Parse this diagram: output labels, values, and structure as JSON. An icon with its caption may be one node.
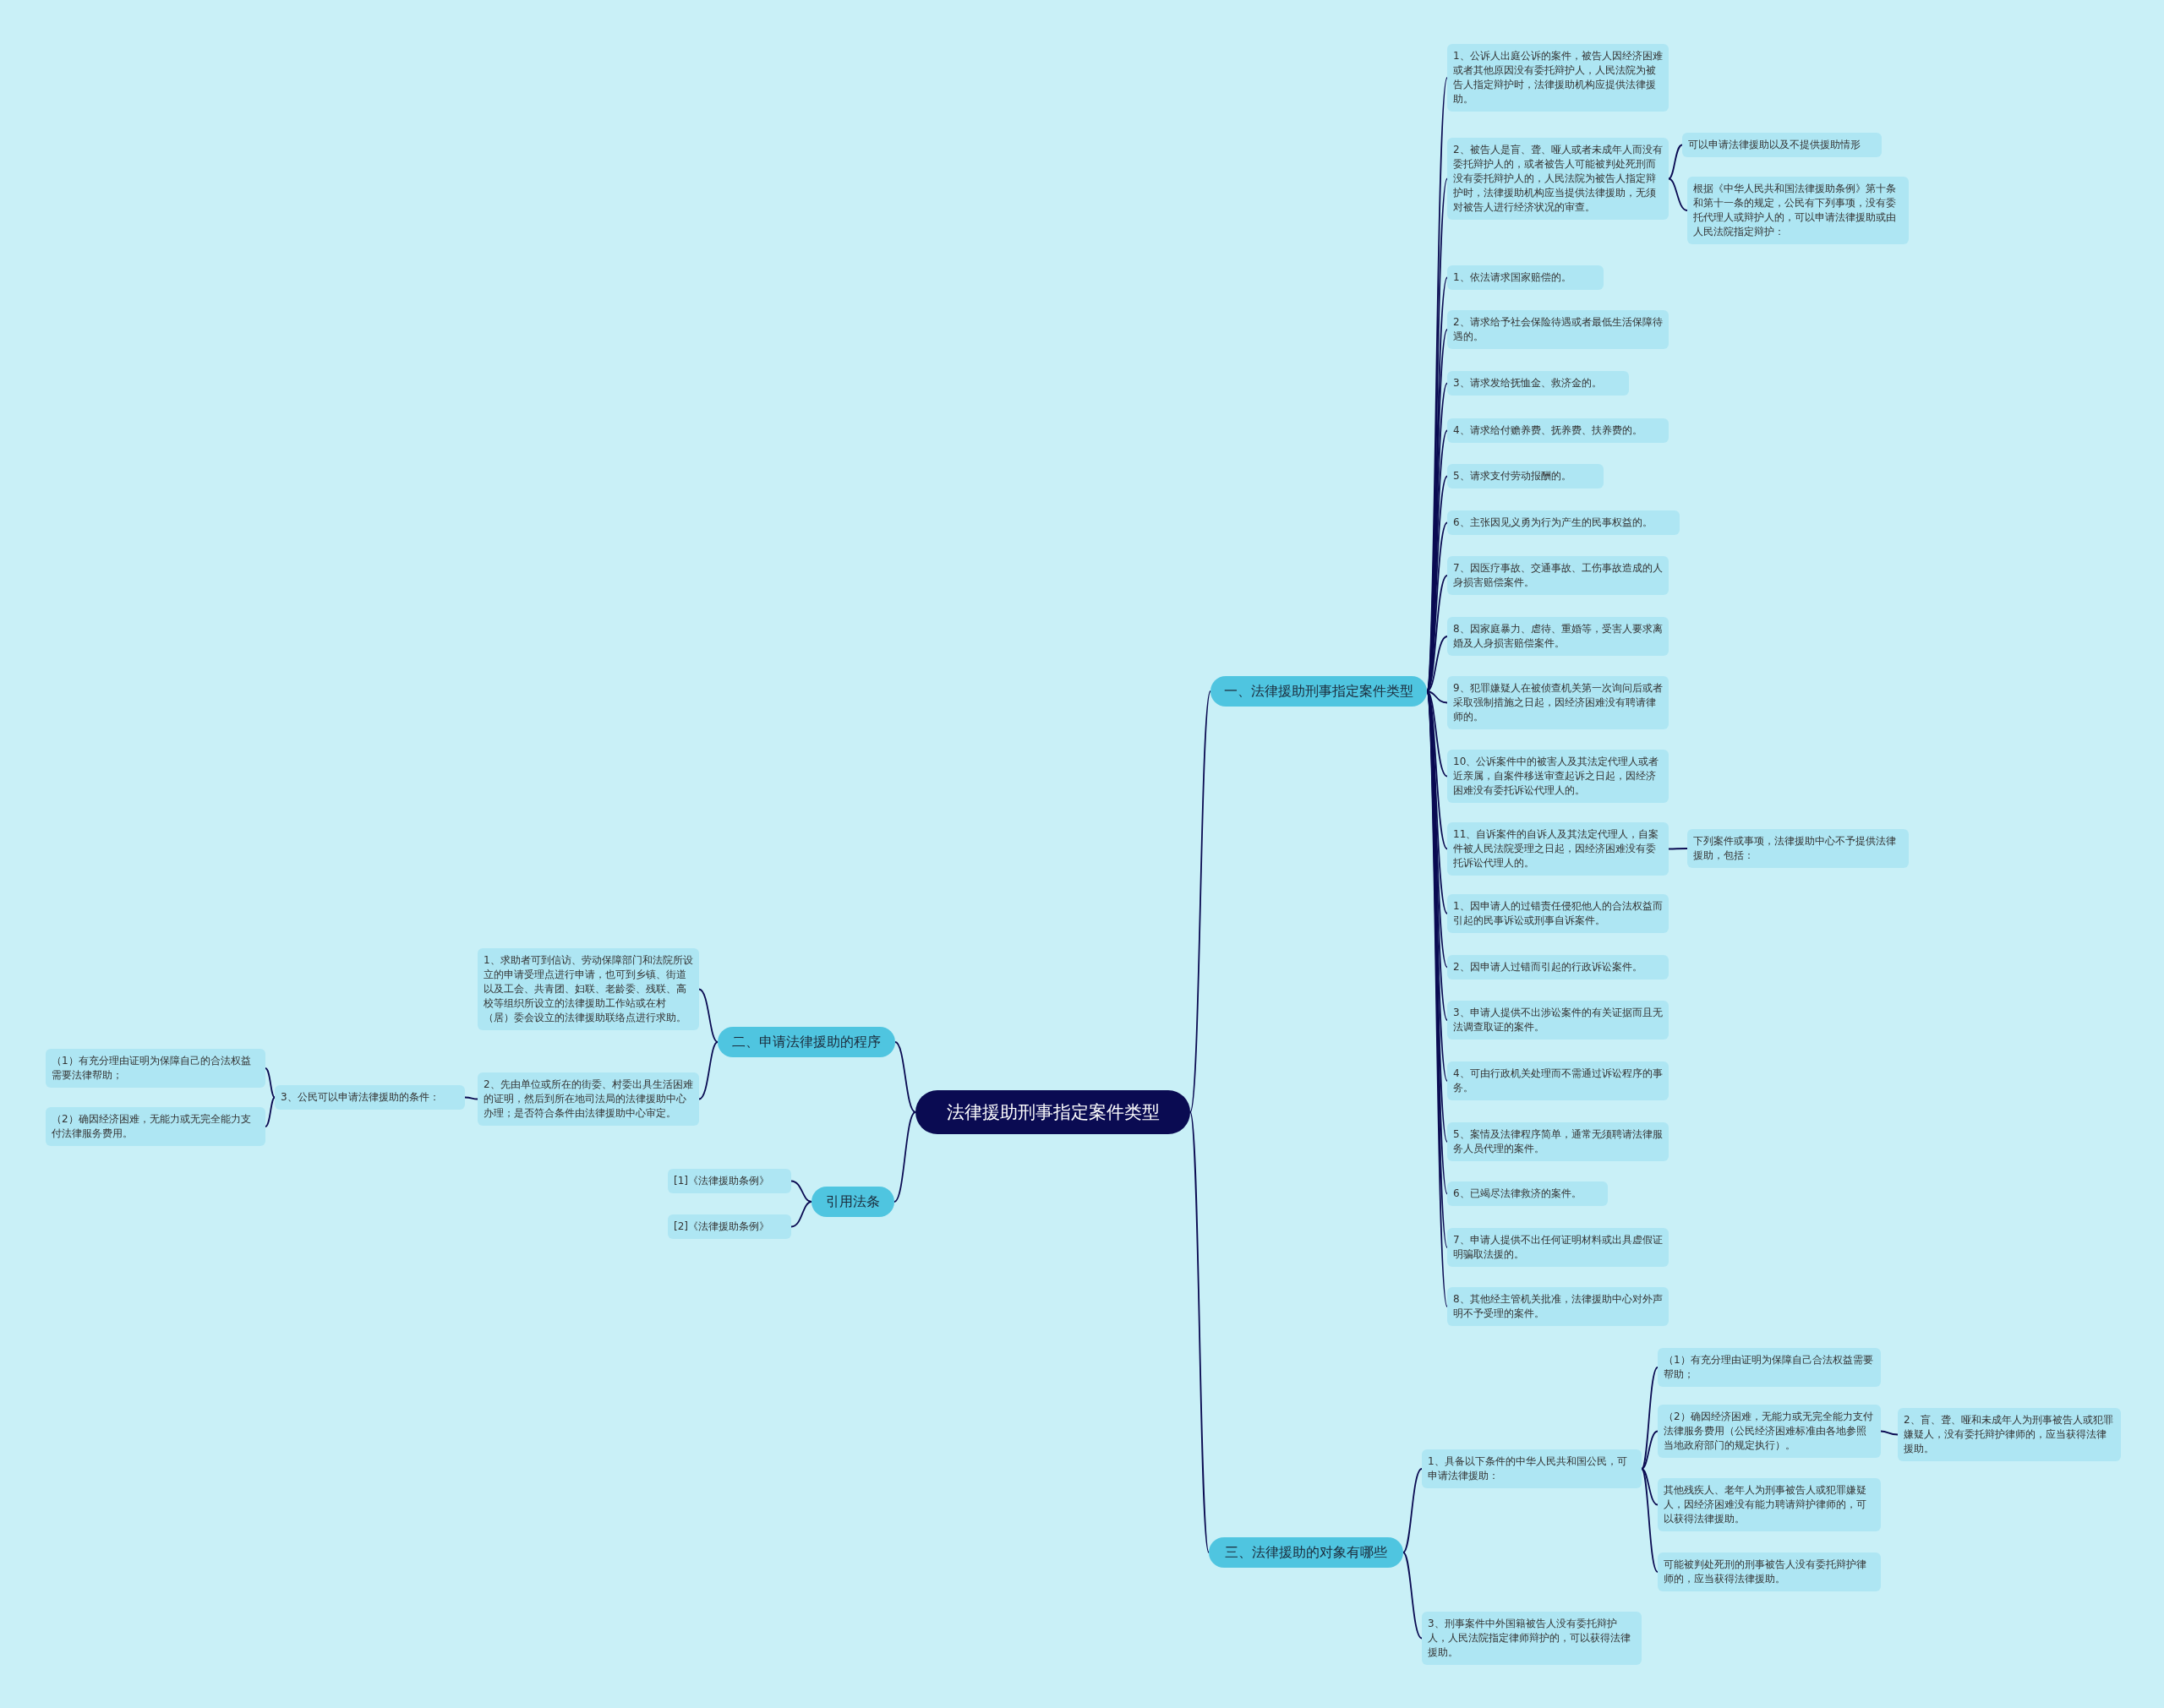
{
  "diagram": {
    "nodes": [
      {
        "text": [
          "法律援助刑事指定案件类型"
        ]
      },
      {
        "text": [
          "一、法律援助刑事指定案件类型"
        ]
      },
      {
        "text": [
          "1、公诉人出庭公诉的案件，被告人因经济困难或者其他原因没有委托辩护人，人民法院为被告人指定辩护时，法律援助机构应提供法律援助。"
        ]
      },
      {
        "text": [
          "2、被告人是盲、聋、哑人或者未成年人而没有委托辩护人的，或者被告人可能被判处死刑而没有委托辩护人的，人民法院为被告人指定辩护时，法律援助机构应当提供法律援助，无须对被告人进行经济状况的审查。"
        ]
      },
      {
        "text": [
          "可以申请法律援助以及不提供援助情形"
        ]
      },
      {
        "text": [
          "根据《中华人民共和国法律援助条例》第十条和第十一条的规定，公民有下列事项，没有委托代理人或辩护人的，可以申请法律援助或由人民法院指定辩护："
        ]
      },
      {
        "text": [
          "1、依法请求国家赔偿的。"
        ]
      },
      {
        "text": [
          "2、请求给予社会保险待遇或者最低生活保障待遇的。"
        ]
      },
      {
        "text": [
          "3、请求发给抚恤金、救济金的。"
        ]
      },
      {
        "text": [
          "4、请求给付赡养费、抚养费、扶养费的。"
        ]
      },
      {
        "text": [
          "5、请求支付劳动报酬的。"
        ]
      },
      {
        "text": [
          "6、主张因见义勇为行为产生的民事权益的。"
        ]
      },
      {
        "text": [
          "7、因医疗事故、交通事故、工伤事故造成的人身损害赔偿案件。"
        ]
      },
      {
        "text": [
          "8、因家庭暴力、虐待、重婚等，受害人要求离婚及人身损害赔偿案件。"
        ]
      },
      {
        "text": [
          "9、犯罪嫌疑人在被侦查机关第一次询问后或者采取强制措施之日起，因经济困难没有聘请律师的。"
        ]
      },
      {
        "text": [
          "10、公诉案件中的被害人及其法定代理人或者近亲属，自案件移送审查起诉之日起，因经济困难没有委托诉讼代理人的。"
        ]
      },
      {
        "text": [
          "11、自诉案件的自诉人及其法定代理人，自案件被人民法院受理之日起，因经济困难没有委托诉讼代理人的。"
        ]
      },
      {
        "text": [
          "下列案件或事项，法律援助中心不予提供法律援助，包括："
        ]
      },
      {
        "text": [
          "1、因申请人的过错责任侵犯他人的合法权益而引起的民事诉讼或刑事自诉案件。"
        ]
      },
      {
        "text": [
          "2、因申请人过错而引起的行政诉讼案件。"
        ]
      },
      {
        "text": [
          "3、申请人提供不出涉讼案件的有关证据而且无法调查取证的案件。"
        ]
      },
      {
        "text": [
          "4、可由行政机关处理而不需通过诉讼程序的事务。"
        ]
      },
      {
        "text": [
          "5、案情及法律程序简单，通常无须聘请法律服务人员代理的案件。"
        ]
      },
      {
        "text": [
          "6、已竭尽法律救济的案件。"
        ]
      },
      {
        "text": [
          "7、申请人提供不出任何证明材料或出具虚假证明骗取法援的。"
        ]
      },
      {
        "text": [
          "8、其他经主管机关批准，法律援助中心对外声明不予受理的案件。"
        ]
      },
      {
        "text": [
          "二、申请法律援助的程序"
        ]
      },
      {
        "text": [
          "1、求助者可到信访、劳动保障部门和法院所设立的申请受理点进行申请，也可到乡镇、街道以及工会、共青团、妇联、老龄委、残联、高校等组织所设立的法律援助工作站或在村（居）委会设立的法律援助联络点进行求助。"
        ]
      },
      {
        "text": [
          "2、先由单位或所在的街委、村委出具生活困难的证明，然后到所在地司法局的法律援助中心办理；是否符合条件由法律援助中心审定。"
        ]
      },
      {
        "text": [
          "3、公民可以申请法律援助的条件："
        ]
      },
      {
        "text": [
          "（1）有充分理由证明为保障自己的合法权益需要法律帮助；"
        ]
      },
      {
        "text": [
          "（2）确因经济困难，无能力或无完全能力支付法律服务费用。"
        ]
      },
      {
        "text": [
          "引用法条"
        ]
      },
      {
        "text": [
          "[1]《法律援助条例》"
        ]
      },
      {
        "text": [
          "[2]《法律援助条例》"
        ]
      },
      {
        "text": [
          "三、法律援助的对象有哪些"
        ]
      },
      {
        "text": [
          "1、具备以下条件的中华人民共和国公民，可申请法律援助："
        ]
      },
      {
        "text": [
          "（1）有充分理由证明为保障自己合法权益需要帮助；"
        ]
      },
      {
        "text": [
          "（2）确因经济困难，无能力或无完全能力支付法律服务费用（公民经济困难标准由各地参照当地政府部门的规定执行）。"
        ]
      },
      {
        "text": [
          "2、盲、聋、哑和未成年人为刑事被告人或犯罪嫌疑人，没有委托辩护律师的，应当获得法律援助。"
        ]
      },
      {
        "text": [
          "其他残疾人、老年人为刑事被告人或犯罪嫌疑人，因经济困难没有能力聘请辩护律师的，可以获得法律援助。"
        ]
      },
      {
        "text": [
          "可能被判处死刑的刑事被告人没有委托辩护律师的，应当获得法律援助。"
        ]
      },
      {
        "text": [
          "3、刑事案件中外国籍被告人没有委托辩护人，人民法院指定律师辩护的，可以获得法律援助。"
        ]
      }
    ],
    "edges": [
      {
        "from": 0,
        "to": 1,
        "arrow": "none"
      },
      {
        "from": 1,
        "to": 2,
        "arrow": "none"
      },
      {
        "from": 1,
        "to": 3,
        "arrow": "none"
      },
      {
        "from": 3,
        "to": 4,
        "arrow": "none"
      },
      {
        "from": 3,
        "to": 5,
        "arrow": "none"
      },
      {
        "from": 1,
        "to": 6,
        "arrow": "none"
      },
      {
        "from": 1,
        "to": 7,
        "arrow": "none"
      },
      {
        "from": 1,
        "to": 8,
        "arrow": "none"
      },
      {
        "from": 1,
        "to": 9,
        "arrow": "none"
      },
      {
        "from": 1,
        "to": 10,
        "arrow": "none"
      },
      {
        "from": 1,
        "to": 11,
        "arrow": "none"
      },
      {
        "from": 1,
        "to": 12,
        "arrow": "none"
      },
      {
        "from": 1,
        "to": 13,
        "arrow": "none"
      },
      {
        "from": 1,
        "to": 14,
        "arrow": "none"
      },
      {
        "from": 1,
        "to": 15,
        "arrow": "none"
      },
      {
        "from": 1,
        "to": 16,
        "arrow": "none"
      },
      {
        "from": 16,
        "to": 17,
        "arrow": "none"
      },
      {
        "from": 1,
        "to": 18,
        "arrow": "none"
      },
      {
        "from": 1,
        "to": 19,
        "arrow": "none"
      },
      {
        "from": 1,
        "to": 20,
        "arrow": "none"
      },
      {
        "from": 1,
        "to": 21,
        "arrow": "none"
      },
      {
        "from": 1,
        "to": 22,
        "arrow": "none"
      },
      {
        "from": 1,
        "to": 23,
        "arrow": "none"
      },
      {
        "from": 1,
        "to": 24,
        "arrow": "none"
      },
      {
        "from": 1,
        "to": 25,
        "arrow": "none"
      },
      {
        "from": 0,
        "to": 26,
        "arrow": "none"
      },
      {
        "from": 26,
        "to": 27,
        "arrow": "none"
      },
      {
        "from": 26,
        "to": 28,
        "arrow": "none"
      },
      {
        "from": 28,
        "to": 29,
        "arrow": "none"
      },
      {
        "from": 29,
        "to": 30,
        "arrow": "none"
      },
      {
        "from": 29,
        "to": 31,
        "arrow": "none"
      },
      {
        "from": 0,
        "to": 32,
        "arrow": "none"
      },
      {
        "from": 32,
        "to": 33,
        "arrow": "none"
      },
      {
        "from": 32,
        "to": 34,
        "arrow": "none"
      },
      {
        "from": 0,
        "to": 35,
        "arrow": "none"
      },
      {
        "from": 35,
        "to": 36,
        "arrow": "none"
      },
      {
        "from": 35,
        "to": 42,
        "arrow": "none"
      },
      {
        "from": 36,
        "to": 37,
        "arrow": "none"
      },
      {
        "from": 36,
        "to": 38,
        "arrow": "none"
      },
      {
        "from": 38,
        "to": 39,
        "arrow": "none"
      },
      {
        "from": 36,
        "to": 40,
        "arrow": "none"
      },
      {
        "from": 36,
        "to": 41,
        "arrow": "none"
      }
    ]
  }
}
